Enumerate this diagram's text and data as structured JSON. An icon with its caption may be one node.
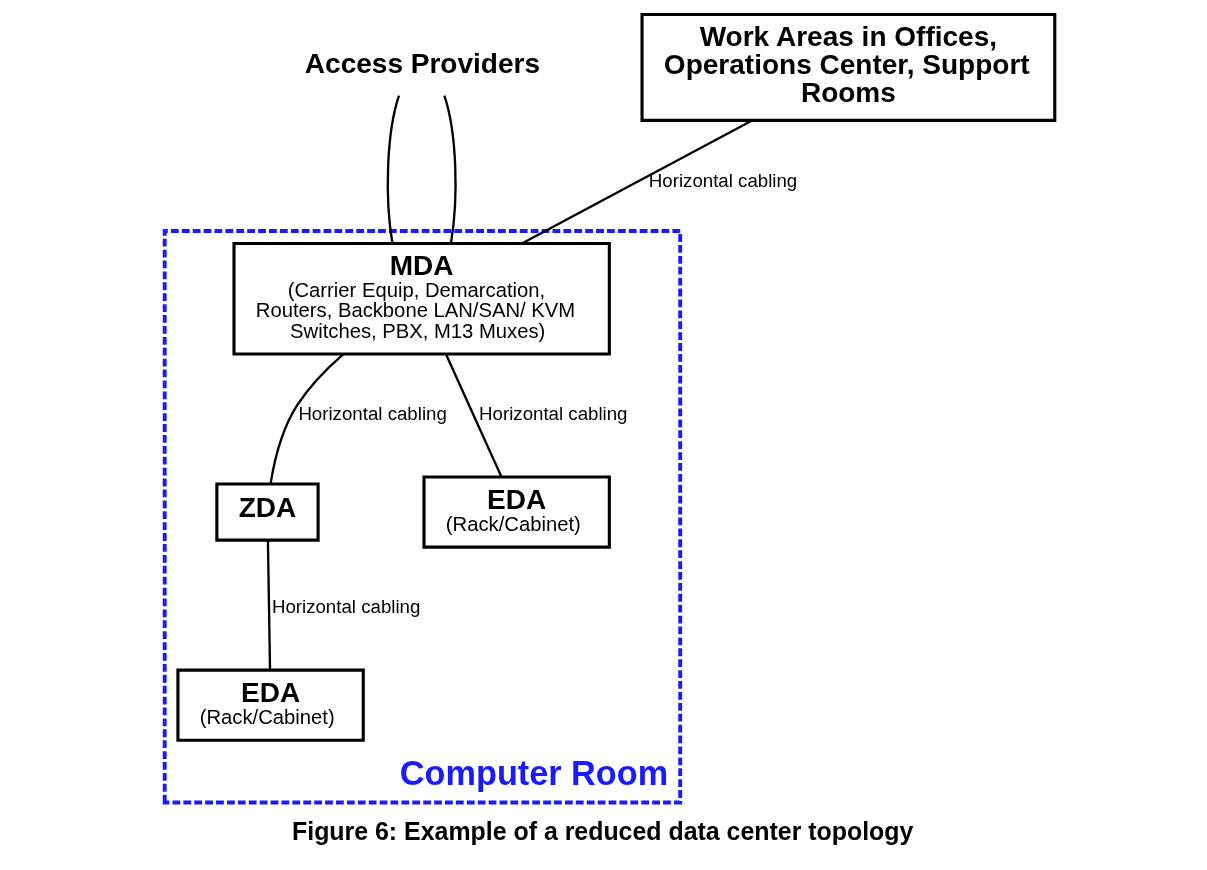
{
  "diagram": {
    "caption": "Figure 6: Example of a reduced data center topology",
    "nodes": [
      {
        "text": [
          "Access Providers"
        ]
      },
      {
        "text": [
          "Computer Room"
        ]
      },
      {
        "text": [
          "Work Areas in Offices, Operations Center, Support Rooms"
        ]
      },
      {
        "text": [
          "MDA",
          "(Carrier Equip, Demarcation, Routers, Backbone LAN/SAN/ KVM Switches, PBX, M13 Muxes)"
        ],
        "in": 1
      },
      {
        "text": [
          "ZDA"
        ],
        "in": 1
      },
      {
        "text": [
          "EDA",
          "(Rack/Cabinet)"
        ],
        "in": 1
      },
      {
        "text": [
          "EDA",
          "(Rack/Cabinet)"
        ],
        "in": 1
      }
    ],
    "edges": [
      {
        "from": 0,
        "to": 3,
        "arrow": "none"
      },
      {
        "from": 0,
        "to": 3,
        "arrow": "none"
      },
      {
        "from": 2,
        "to": 3,
        "arrow": "none",
        "label": "Horizontal cabling"
      },
      {
        "from": 3,
        "to": 4,
        "arrow": "none",
        "label": "Horizontal cabling"
      },
      {
        "from": 3,
        "to": 6,
        "arrow": "none",
        "label": "Horizontal cabling"
      },
      {
        "from": 4,
        "to": 5,
        "arrow": "none",
        "label": "Horizontal cabling"
      }
    ]
  }
}
